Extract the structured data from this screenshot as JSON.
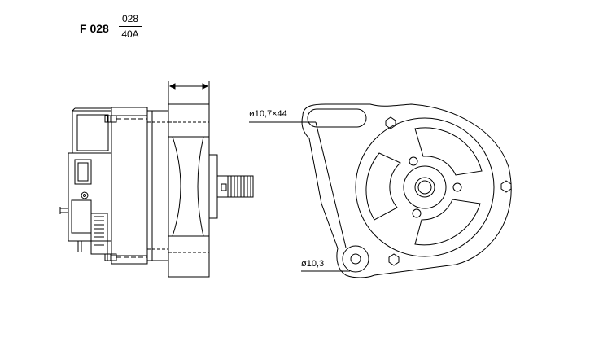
{
  "header": {
    "model_code": "F 028",
    "variant": "028",
    "amperage": "40A"
  },
  "dimensions": {
    "slot_label": "ø10,7×44",
    "hole_label": "ø10,3"
  }
}
